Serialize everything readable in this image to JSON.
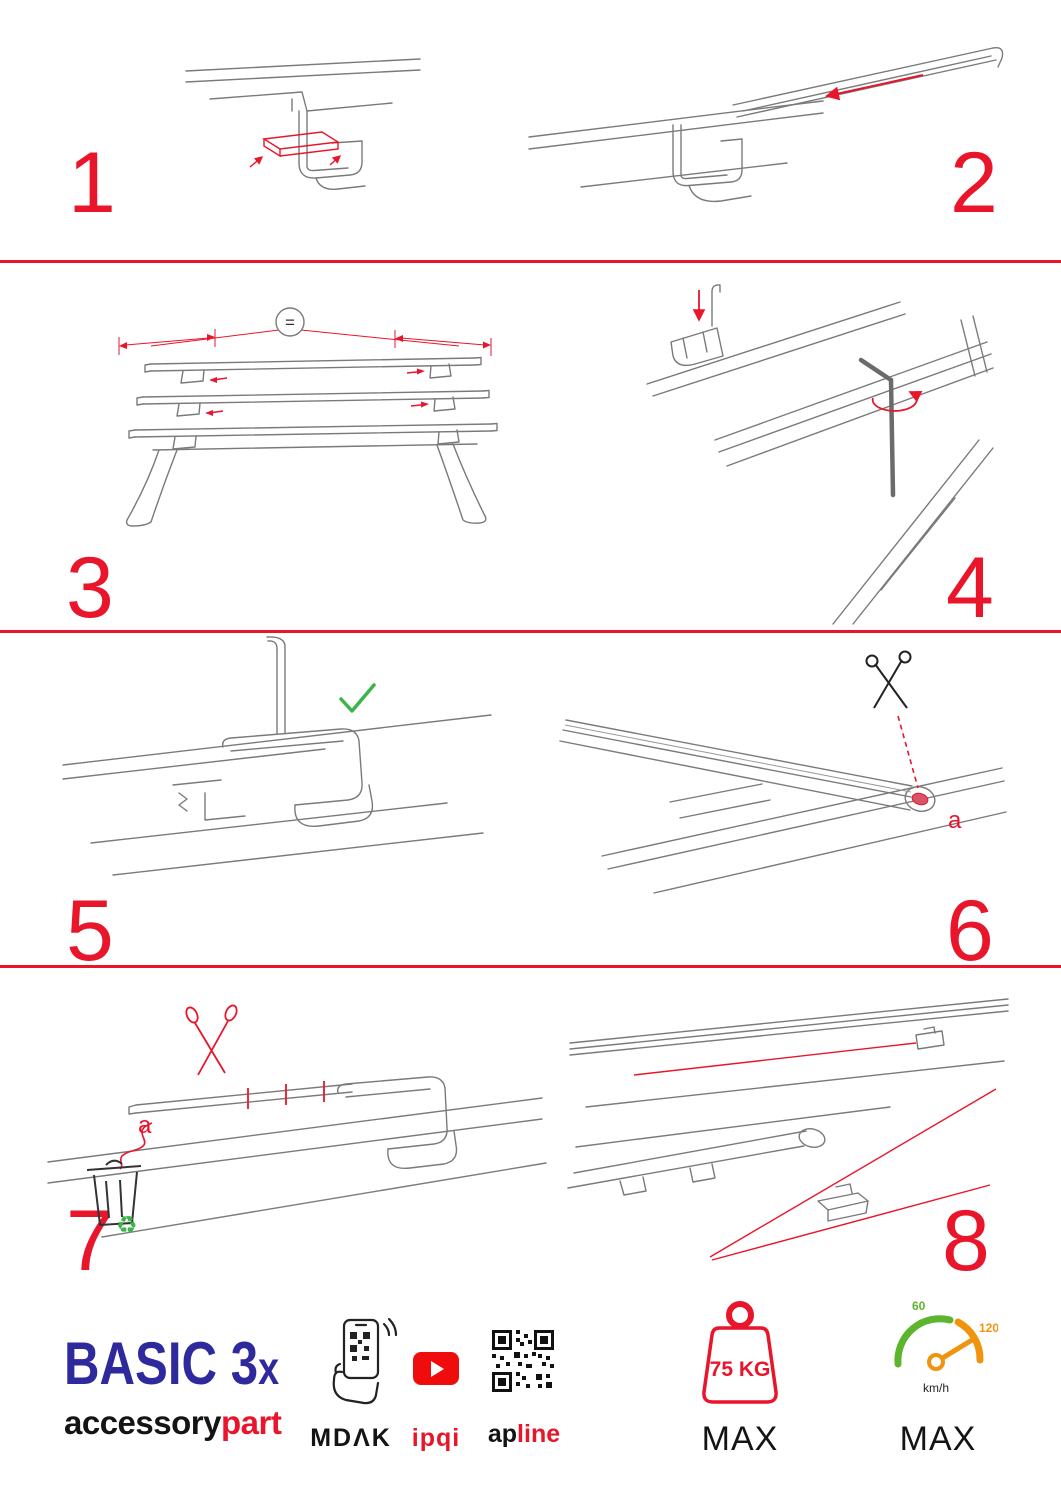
{
  "colors": {
    "accent_red": "#e8152b",
    "navy": "#2e2a9e",
    "green": "#3cb44a",
    "orange": "#f0930f",
    "line_gray": "#7a7a7a"
  },
  "steps": [
    {
      "number": "1"
    },
    {
      "number": "2"
    },
    {
      "number": "3"
    },
    {
      "number": "4"
    },
    {
      "number": "5"
    },
    {
      "number": "6"
    },
    {
      "number": "7"
    },
    {
      "number": "8"
    }
  ],
  "annotations": {
    "equals": "=",
    "step6_label": "a",
    "step7_label": "a"
  },
  "icons": {
    "recycle": "♻"
  },
  "footer": {
    "brand_title_main": "BASIC 3",
    "brand_title_x": "x",
    "brand_sub_black": "accessory",
    "brand_sub_red": "part",
    "partner1": "MDΛK",
    "partner2": "ipqi",
    "partner3_black": "ap",
    "partner3_red": "line",
    "weight_value": "75 KG",
    "weight_max": "MAX",
    "speed_low": "60",
    "speed_high": "120",
    "speed_unit": "km/h",
    "speed_max": "MAX"
  }
}
